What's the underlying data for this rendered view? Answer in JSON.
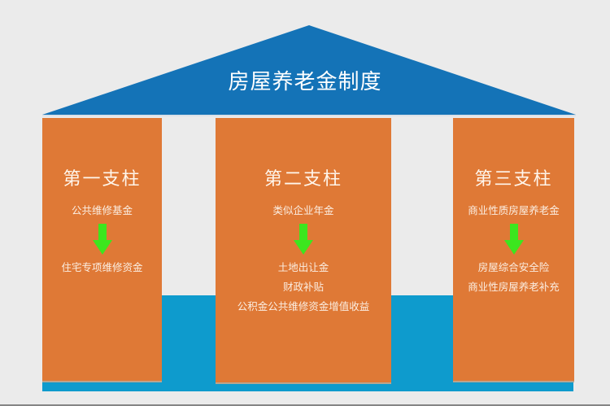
{
  "diagram": {
    "title": "房屋养老金制度",
    "colors": {
      "background": "#ebebeb",
      "roof": "#1473b7",
      "pillar": "#df7936",
      "base": "#0e9bcd",
      "arrow": "#3ce61e",
      "text": "#ffffff"
    },
    "pillars": [
      {
        "title": "第一支柱",
        "source": "公共维修基金",
        "arrow_icon": "arrow-down-icon",
        "uses": [
          "住宅专项维修资金"
        ]
      },
      {
        "title": "第二支柱",
        "source": "类似企业年金",
        "arrow_icon": "arrow-down-icon",
        "uses": [
          "土地出让金",
          "财政补贴",
          "公积金公共维修资金增值收益"
        ]
      },
      {
        "title": "第三支柱",
        "source": "商业性质房屋养老金",
        "arrow_icon": "arrow-down-icon",
        "uses": [
          "房屋综合安全险",
          "商业性房屋养老补充"
        ]
      }
    ]
  }
}
